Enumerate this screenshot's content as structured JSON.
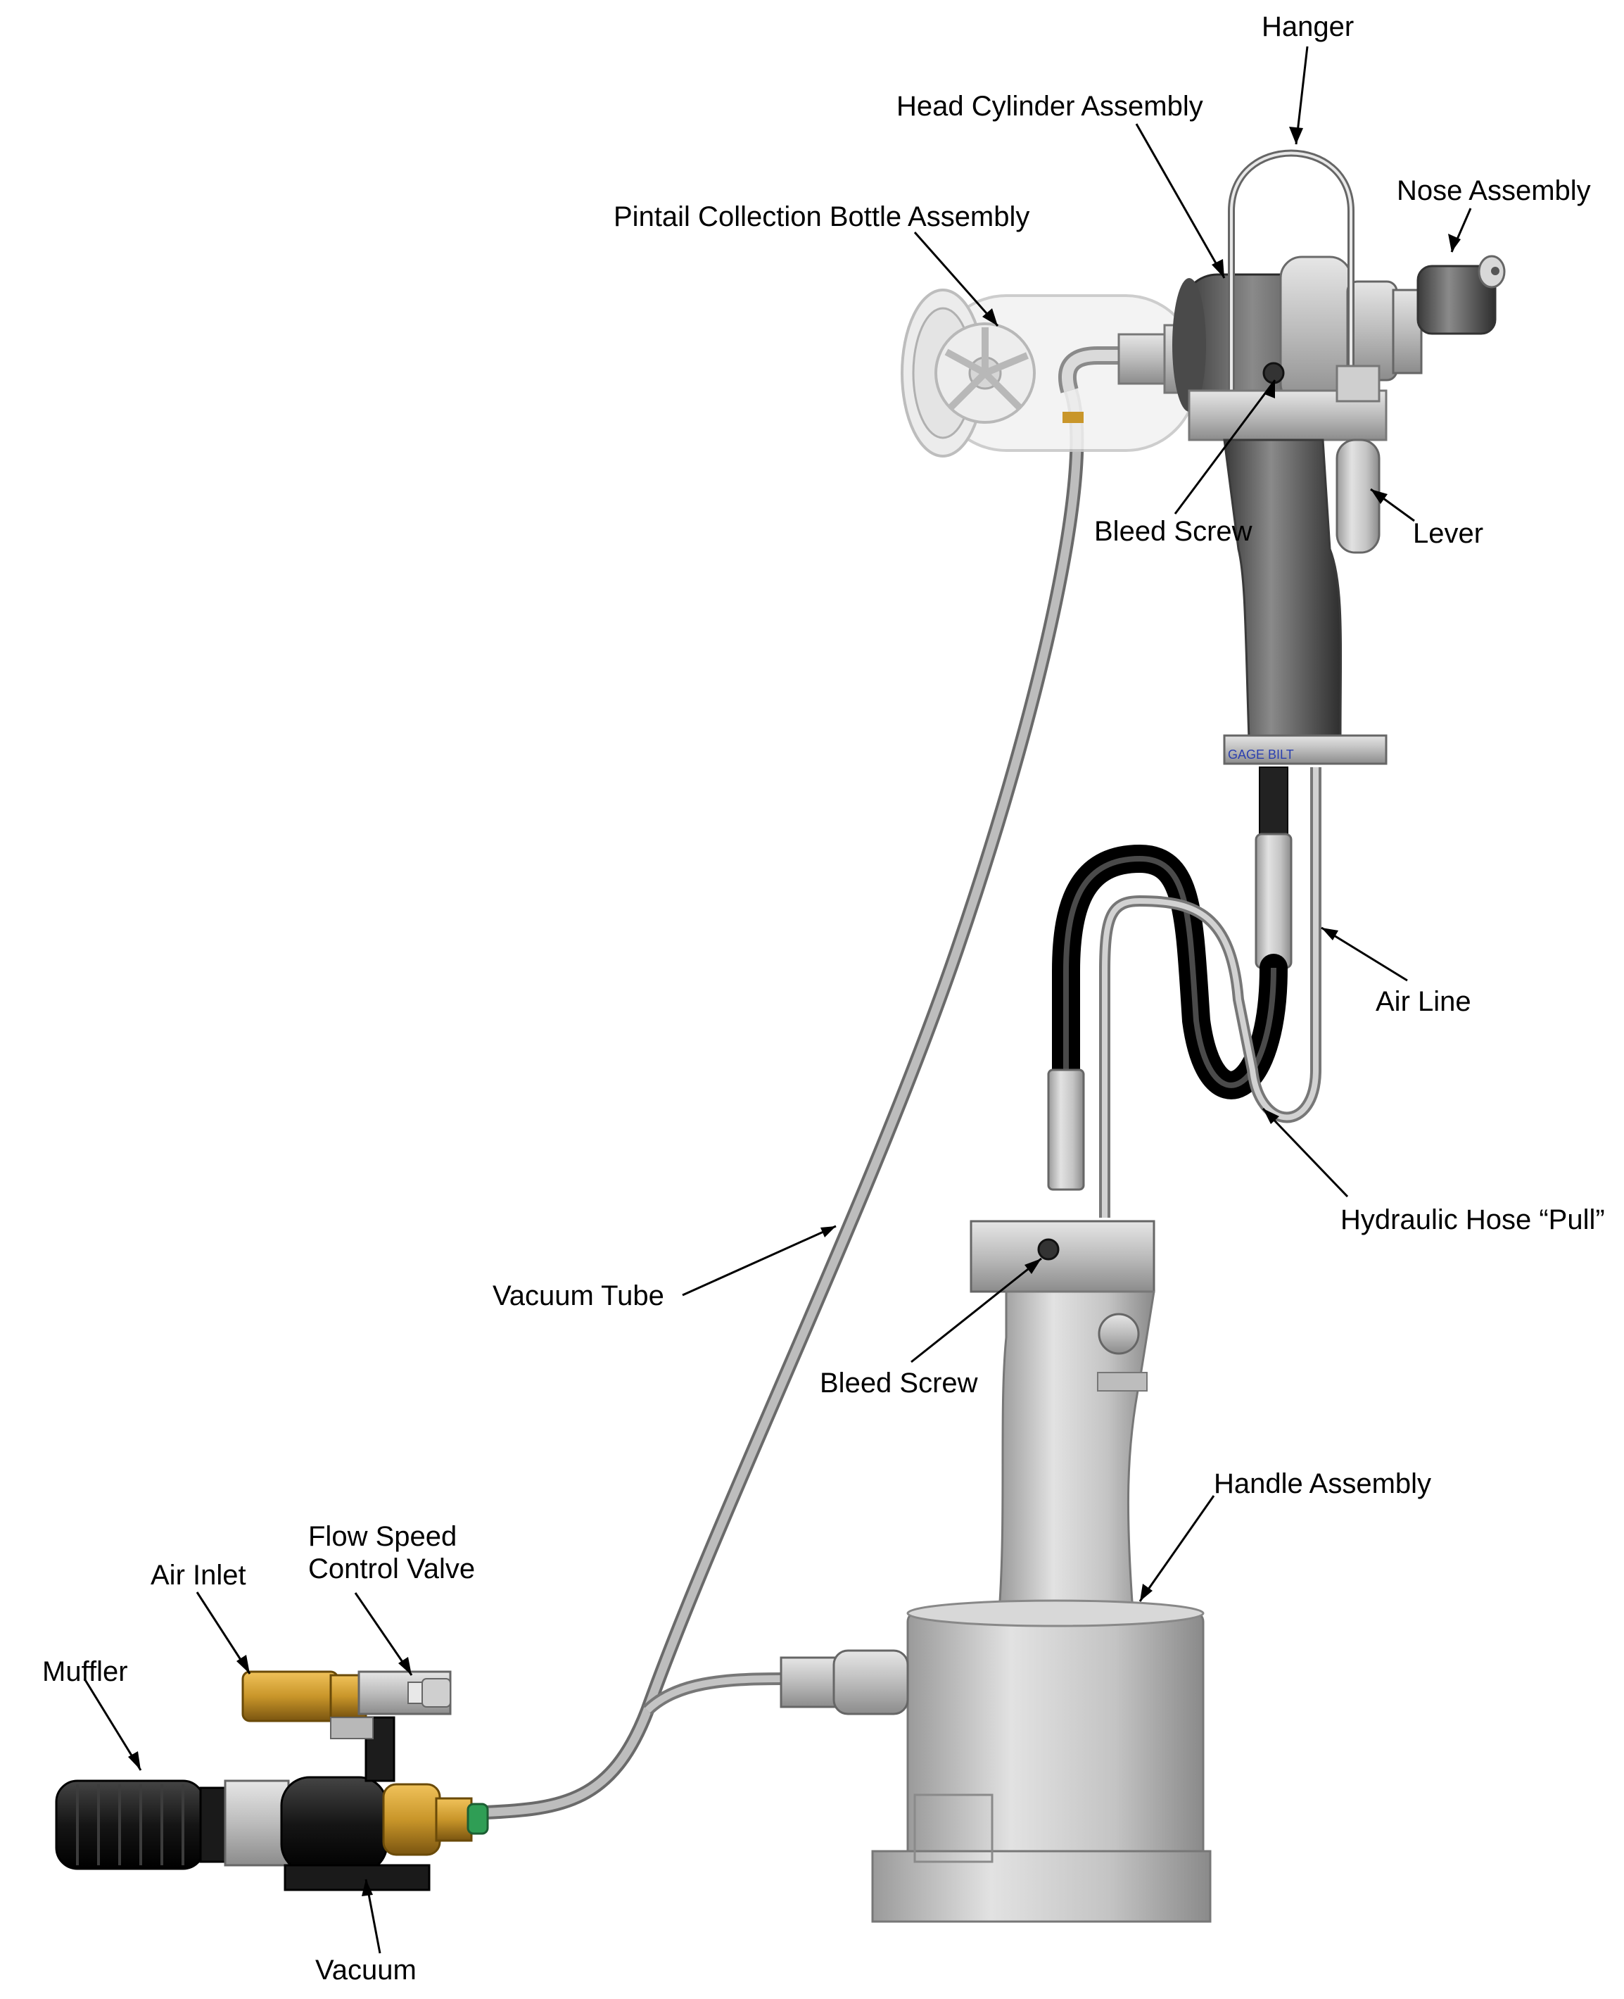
{
  "labels": {
    "hanger": "Hanger",
    "head_cylinder": "Head Cylinder Assembly",
    "nose": "Nose Assembly",
    "pintail_bottle": "Pintail Collection Bottle Assembly",
    "bleed_screw_top": "Bleed Screw",
    "lever": "Lever",
    "air_line": "Air Line",
    "hydraulic_hose": "Hydraulic Hose “Pull”",
    "vacuum_tube": "Vacuum Tube",
    "bleed_screw_bottom": "Bleed Screw",
    "handle_assembly": "Handle Assembly",
    "flow_speed_line1": "Flow Speed",
    "flow_speed_line2": "Control Valve",
    "air_inlet": "Air Inlet",
    "muffler": "Muffler",
    "vacuum": "Vacuum"
  },
  "colors": {
    "metal_light": "#cfcfcf",
    "metal_mid": "#a8a8a8",
    "metal_dark": "#555555",
    "hose_black": "#111111",
    "brass": "#c9962a",
    "fitting_green": "#2f9e55",
    "logo_blue": "#2a3fb0"
  },
  "logo_text": "GAGE BILT"
}
